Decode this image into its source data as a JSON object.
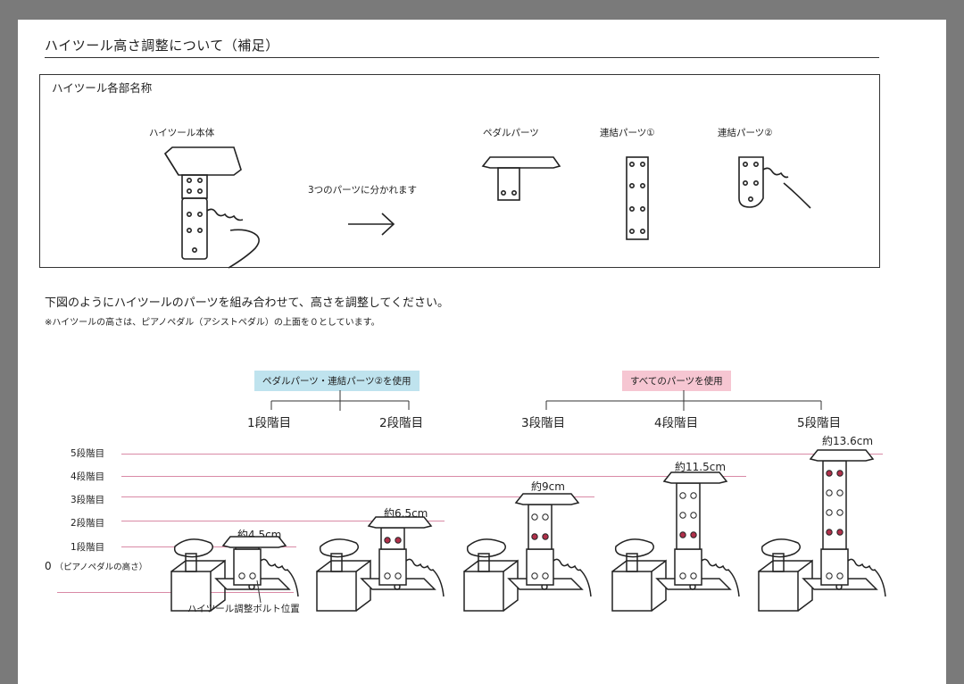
{
  "header": {
    "title": "ハイツール高さ調整について（補足）"
  },
  "parts": {
    "section_title": "ハイツール各部名称",
    "body_label": "ハイツール本体",
    "split_text": "3つのパーツに分かれます",
    "pedal_part": "ペダルパーツ",
    "link_part_1": "連結パーツ①",
    "link_part_2": "連結パーツ②"
  },
  "instructions": {
    "main": "下図のようにハイツールのパーツを組み合わせて、高さを調整してください。",
    "note": "※ハイツールの高さは、ピアノペダル（アシストペダル）の上面を０としています。"
  },
  "groups": {
    "two_parts": "ペダルパーツ・連結パーツ②を使用",
    "all_parts": "すべてのパーツを使用"
  },
  "steps": [
    "1段階目",
    "2段階目",
    "3段階目",
    "4段階目",
    "5段階目"
  ],
  "levels": [
    "5段階目",
    "4段階目",
    "3段階目",
    "2段階目",
    "1段階目"
  ],
  "zero_label": {
    "num": "0",
    "text": "（ピアノペダルの高さ）"
  },
  "heights": [
    "約4.5cm",
    "約6.5cm",
    "約9cm",
    "約11.5cm",
    "約13.6cm"
  ],
  "bolt_label": "ハイツール調整ボルト位置",
  "colors": {
    "guide": "#d98aa6",
    "bolt": "#b0304a",
    "blue_tag": "#bfe3ee",
    "pink_tag": "#f6c6d2"
  }
}
